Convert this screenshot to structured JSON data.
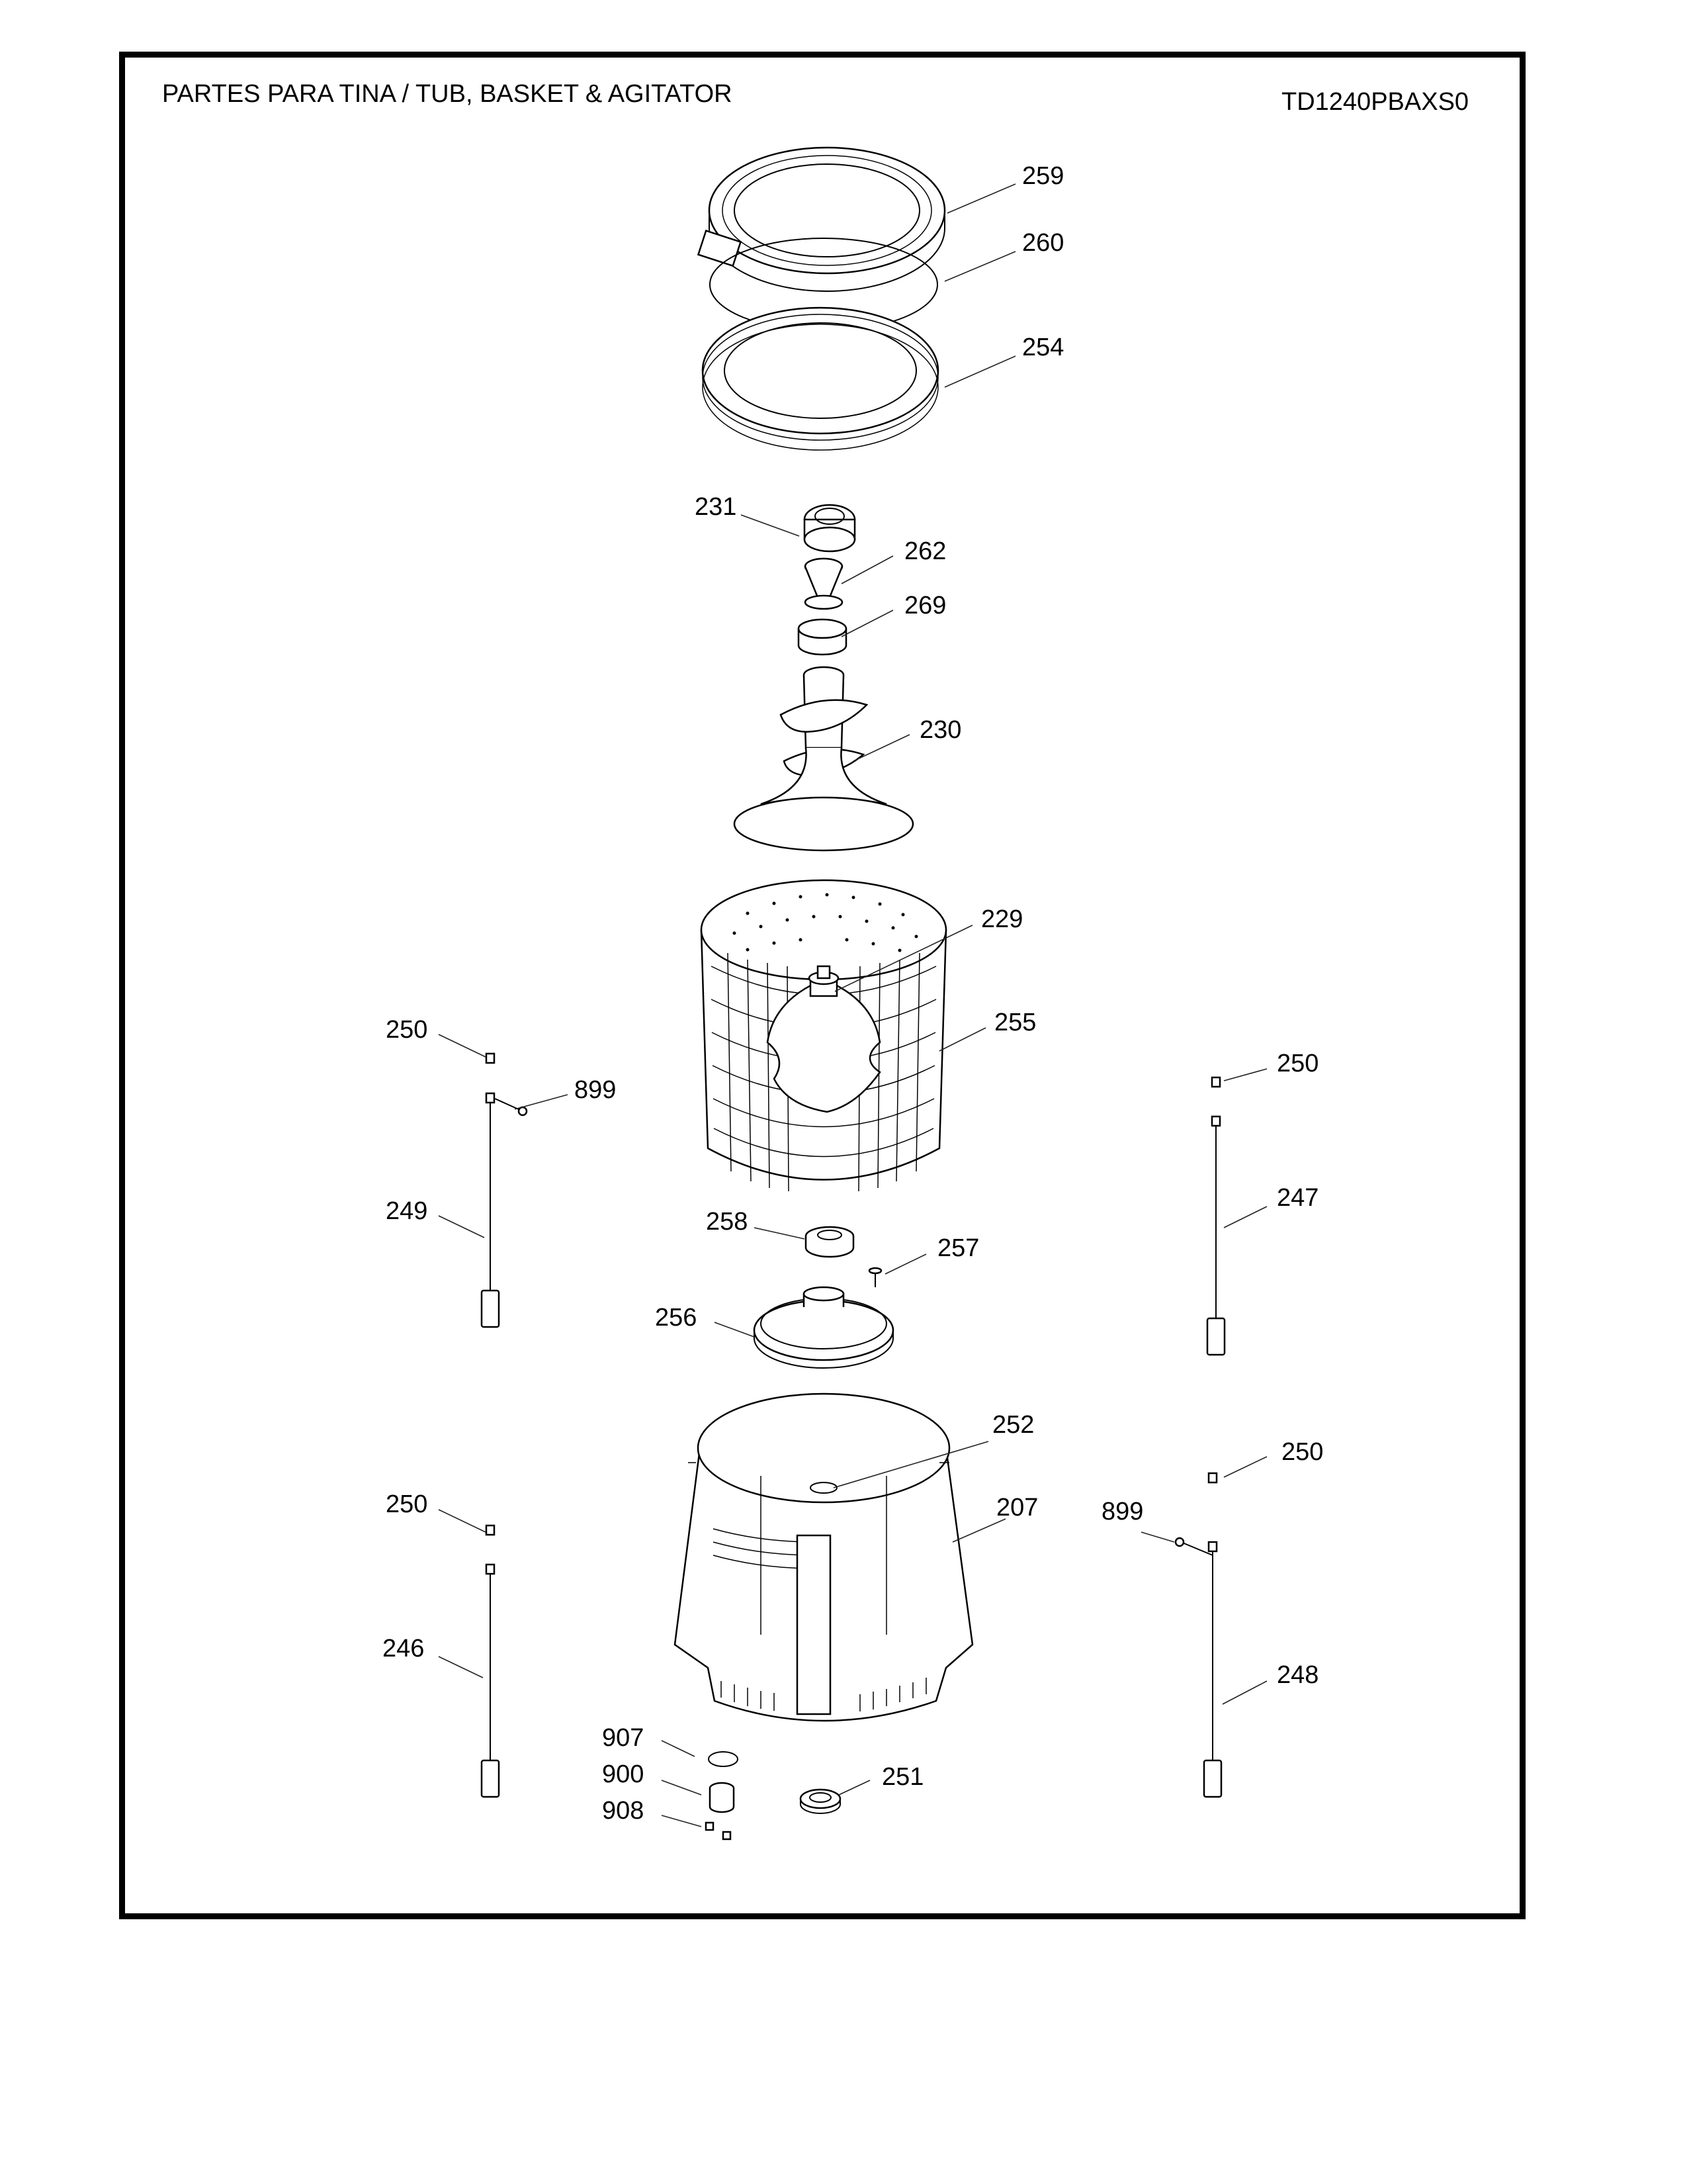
{
  "header": {
    "title": "PARTES PARA TINA  /  TUB, BASKET & AGITATOR",
    "model": "TD1240PBAXS0"
  },
  "callouts": [
    "259",
    "260",
    "254",
    "231",
    "262",
    "269",
    "230",
    "229",
    "255",
    "250",
    "899",
    "249",
    "258",
    "257",
    "256",
    "250",
    "247",
    "252",
    "207",
    "250",
    "246",
    "899",
    "250",
    "248",
    "907",
    "900",
    "908",
    "251"
  ]
}
